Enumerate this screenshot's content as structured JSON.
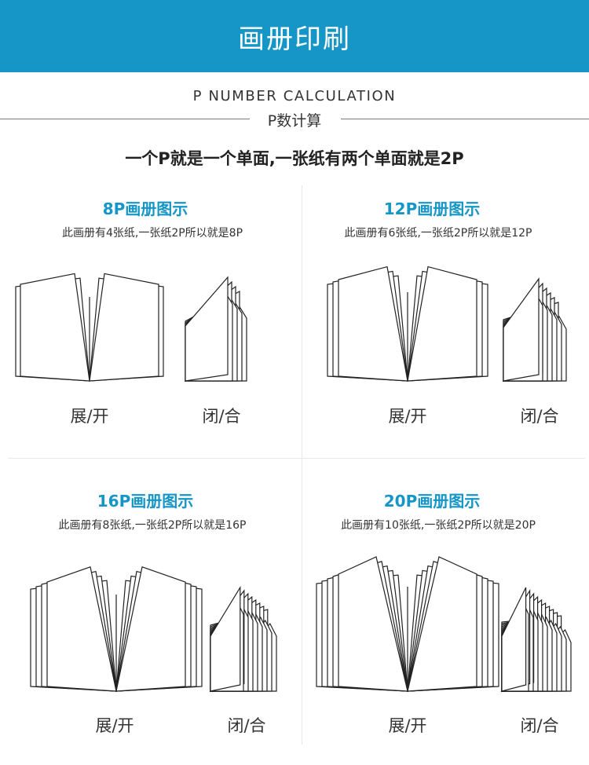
{
  "header": {
    "title": "画册印刷"
  },
  "section": {
    "en_title": "P NUMBER CALCULATION",
    "cn_subtitle": "P数计算",
    "tagline": "一个P就是一个单面,一张纸有两个单面就是2P"
  },
  "accent_color": "#1596c6",
  "cells": [
    {
      "title": "8P画册图示",
      "desc": "此画册有4张纸,一张纸2P所以就是8P",
      "open_label": "展/开",
      "closed_label": "闭/合",
      "sheets": 4
    },
    {
      "title": "12P画册图示",
      "desc": "此画册有6张纸,一张纸2P所以就是12P",
      "open_label": "展/开",
      "closed_label": "闭/合",
      "sheets": 6
    },
    {
      "title": "16P画册图示",
      "desc": "此画册有8张纸,一张纸2P所以就是16P",
      "open_label": "展/开",
      "closed_label": "闭/合",
      "sheets": 8
    },
    {
      "title": "20P画册图示",
      "desc": "此画册有10张纸,一张纸2P所以就是20P",
      "open_label": "展/开",
      "closed_label": "闭/合",
      "sheets": 10
    }
  ]
}
